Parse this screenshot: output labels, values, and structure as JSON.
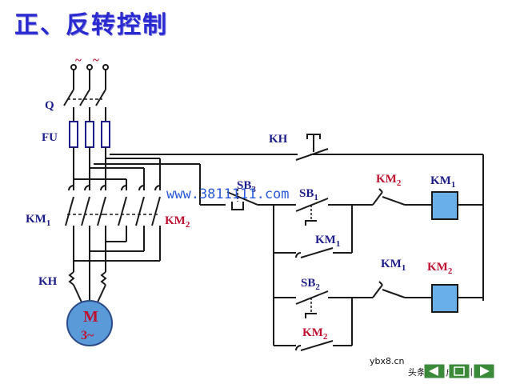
{
  "title": "正、反转控制",
  "labels": {
    "tilde": "~",
    "q": "Q",
    "fu": "FU",
    "km1_main": "KM",
    "km1_main_sub": "1",
    "km2_main": "KM",
    "km2_main_sub": "2",
    "kh_main": "KH",
    "motor_m": "M",
    "motor_3": "3~",
    "kh_ctrl": "KH",
    "sb3": "SB",
    "sb3_sub": "3",
    "sb1": "SB",
    "sb1_sub": "1",
    "sb2": "SB",
    "sb2_sub": "2",
    "km2_inter": "KM",
    "km2_inter_sub": "2",
    "km1_coil": "KM",
    "km1_coil_sub": "1",
    "km1_hold": "KM",
    "km1_hold_sub": "1",
    "km1_inter": "KM",
    "km1_inter_sub": "1",
    "km2_coil": "KM",
    "km2_coil_sub": "2",
    "km2_hold": "KM",
    "km2_hold_sub": "2"
  },
  "watermark": "www.3811111.com",
  "footer": {
    "site": "ybx8.cn",
    "source": "头条 @技成培训"
  },
  "colors": {
    "wire": "#1a1a1a",
    "accent_blue": "#1e1e8a",
    "accent_red": "#c01030",
    "coil_fill": "#6ab0e8",
    "motor_fill": "#5a9ad8"
  }
}
